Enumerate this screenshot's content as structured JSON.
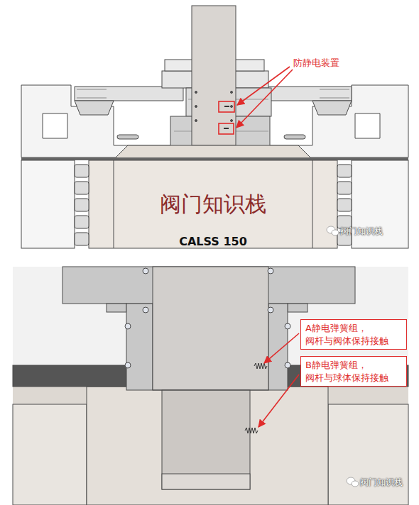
{
  "diagram": {
    "nodes": [
      {
        "text": [
          "A静电弹簧组， 阀杆与阀体保持接触"
        ]
      },
      {
        "text": [
          "B静电弹簧组， 阀杆与球体保持接触"
        ]
      }
    ],
    "labels": [
      "防静电装置",
      "阀门知识栈",
      "CALSS 150",
      "阀门知识栈",
      "阀门知识栈"
    ]
  }
}
